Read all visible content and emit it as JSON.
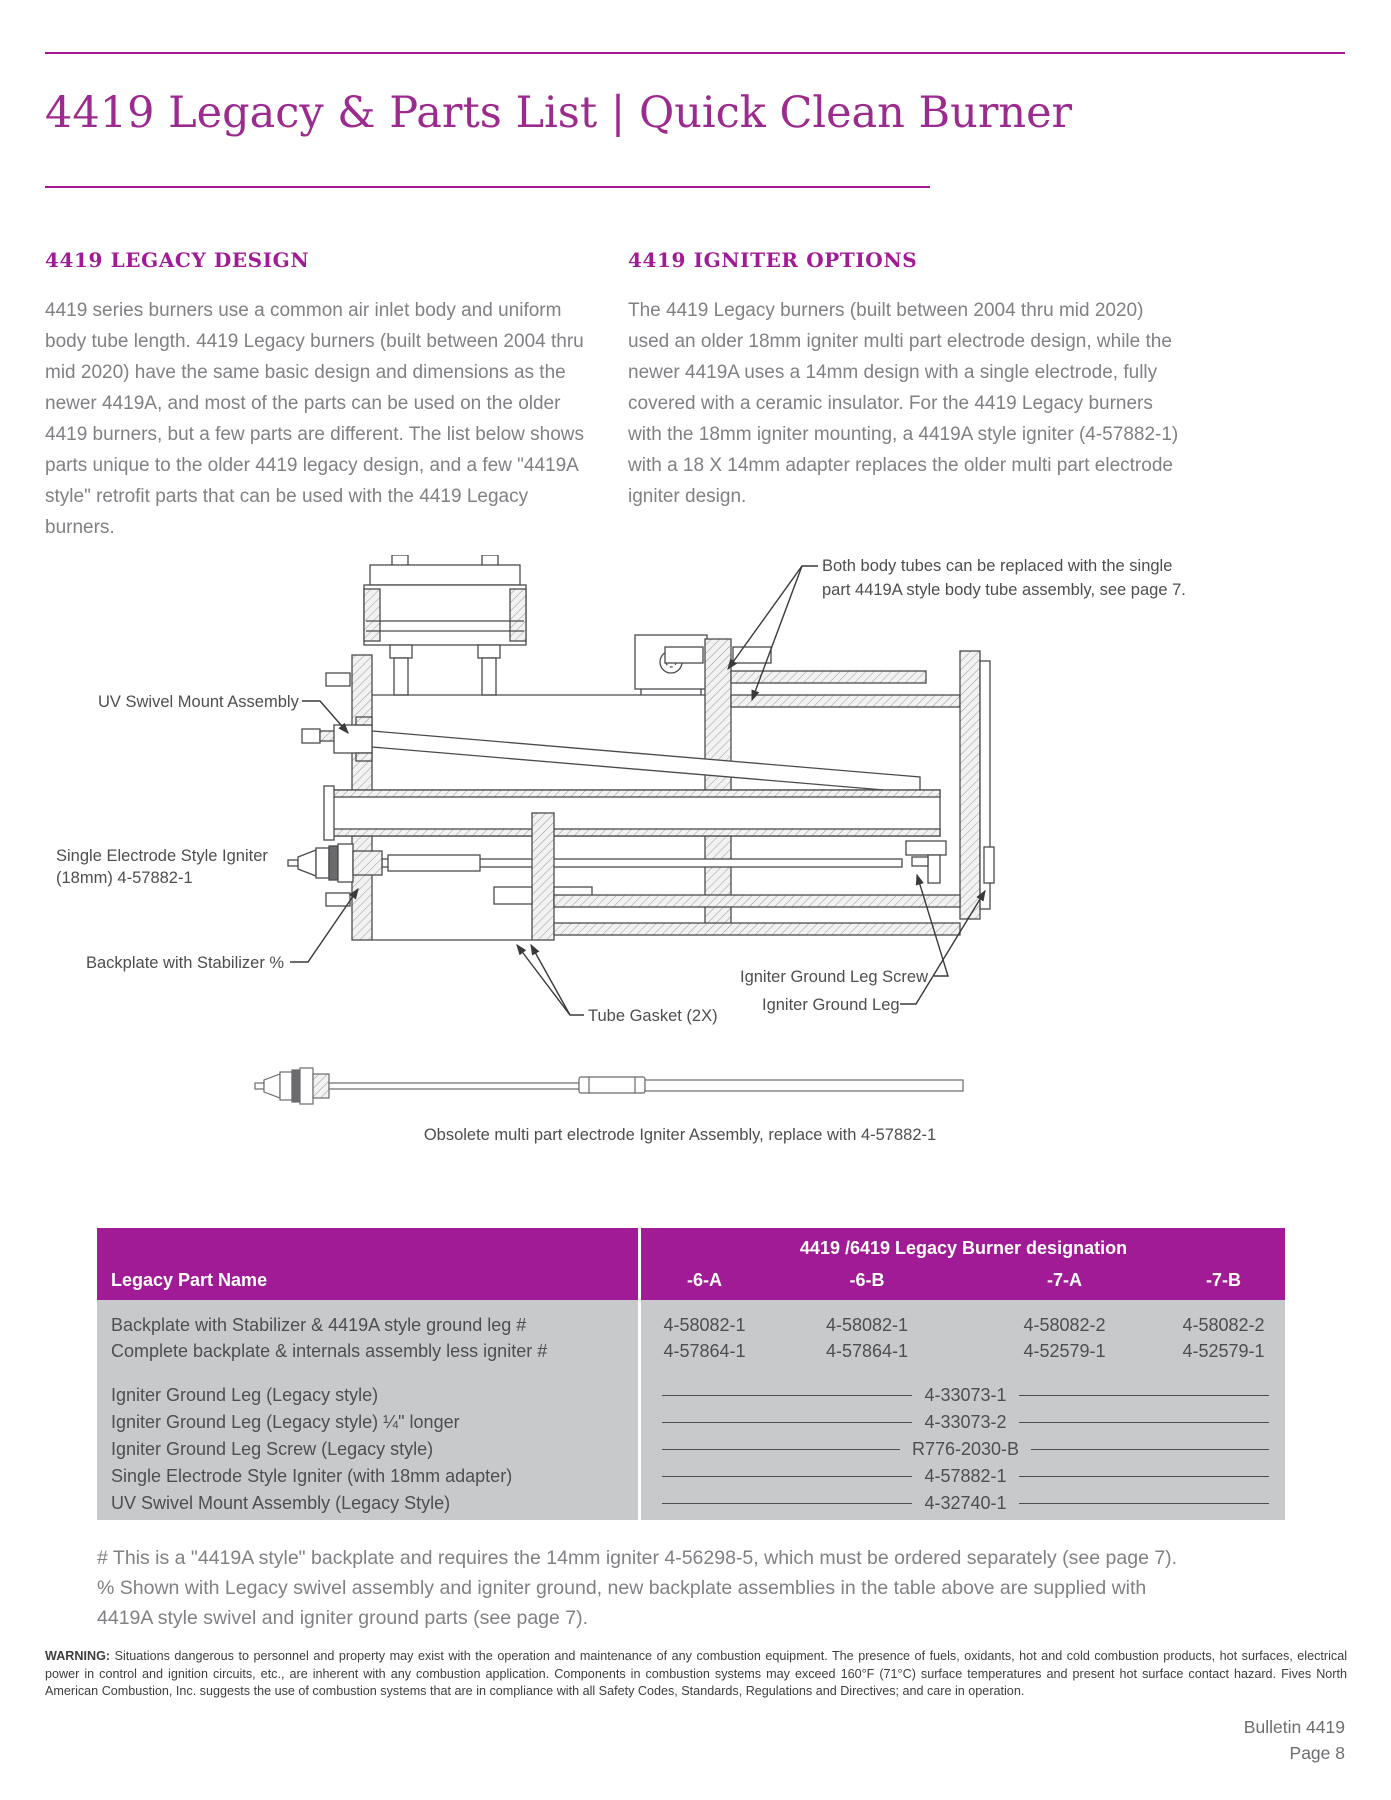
{
  "header": {
    "title": "4419 Legacy & Parts List  |  Quick Clean Burner"
  },
  "sections": {
    "legacy_design": {
      "heading": "4419 LEGACY DESIGN",
      "body": "4419 series burners use a common air inlet body and uniform body tube length. 4419 Legacy burners (built between 2004 thru mid 2020) have the same basic design and dimensions as the newer 4419A, and most of the parts can be used on the older 4419 burners, but a few parts are different. The list below shows parts unique to the older 4419 legacy design, and a few \"4419A style\" retrofit parts that can be used with the 4419 Legacy burners."
    },
    "igniter_options": {
      "heading": "4419 IGNITER OPTIONS",
      "body": "The 4419 Legacy burners (built between 2004 thru mid 2020) used an older 18mm igniter multi part electrode design, while the newer 4419A uses a 14mm design with a single electrode, fully covered with a ceramic insulator. For the 4419 Legacy burners with the 18mm igniter mounting, a 4419A style igniter (4-57882-1) with a 18 X 14mm adapter replaces the older multi part electrode igniter design."
    }
  },
  "diagram": {
    "labels": {
      "both_tubes_line1": "Both body tubes can be replaced with the single",
      "both_tubes_line2": "part 4419A style body tube assembly, see page 7.",
      "uv_swivel": "UV Swivel Mount Assembly",
      "igniter_line1": "Single Electrode Style Igniter",
      "igniter_line2": "(18mm) 4-57882-1",
      "backplate": "Backplate with Stabilizer %",
      "tube_gasket": "Tube Gasket (2X)",
      "ground_leg_screw": "Igniter Ground Leg Screw",
      "ground_leg": "Igniter Ground Leg",
      "caption": "Obsolete multi part electrode Igniter Assembly, replace with 4-57882-1"
    }
  },
  "table": {
    "designation_header": "4419 /6419 Legacy Burner designation",
    "part_name_header": "Legacy Part Name",
    "columns": [
      "-6-A",
      "-6-B",
      "-7-A",
      "-7-B"
    ],
    "rows": [
      {
        "name": "Backplate with Stabilizer & 4419A style ground leg #",
        "values": [
          "4-58082-1",
          "4-58082-1",
          "4-58082-2",
          "4-58082-2"
        ]
      },
      {
        "name": "Complete backplate & internals assembly less igniter #",
        "values": [
          "4-57864-1",
          "4-57864-1",
          "4-52579-1",
          "4-52579-1"
        ]
      }
    ],
    "span_rows": [
      {
        "name": "Igniter Ground Leg (Legacy style)",
        "value": "4-33073-1"
      },
      {
        "name": "Igniter Ground Leg (Legacy style) ¼\" longer",
        "value": "4-33073-2"
      },
      {
        "name": "Igniter Ground Leg Screw (Legacy style)",
        "value": "R776-2030-B"
      },
      {
        "name": "Single Electrode Style Igniter (with 18mm adapter)",
        "value": "4-57882-1"
      },
      {
        "name": "UV Swivel Mount Assembly (Legacy Style)",
        "value": "4-32740-1"
      }
    ]
  },
  "footnotes": [
    "# This is a \"4419A style\" backplate and requires the 14mm igniter 4-56298-5, which must be ordered separately (see page 7).",
    "% Shown with Legacy swivel assembly and igniter ground, new backplate assemblies in the table above are supplied with",
    "4419A style swivel and igniter ground parts (see page 7)."
  ],
  "warning": {
    "label": "WARNING:",
    "text": " Situations dangerous to personnel and property may exist with the operation and maintenance of any combustion equipment. The presence of fuels, oxidants, hot and cold combustion products, hot surfaces, electrical power in control and ignition circuits, etc., are inherent with any combustion application. Components in combustion systems may exceed 160°F (71°C) surface temperatures and present hot surface contact hazard. Fives North American Combustion, Inc. suggests the use of combustion systems that are in compliance with all Safety Codes, Standards, Regulations and Directives; and care in operation."
  },
  "footer": {
    "bulletin": "Bulletin 4419",
    "page": "Page 8"
  },
  "colors": {
    "accent_magenta": "#A11A96",
    "title_magenta": "#9C2B8F",
    "body_text_gray": "#808184",
    "table_body_bg": "#C8C9CB",
    "table_text": "#4D4E50"
  }
}
